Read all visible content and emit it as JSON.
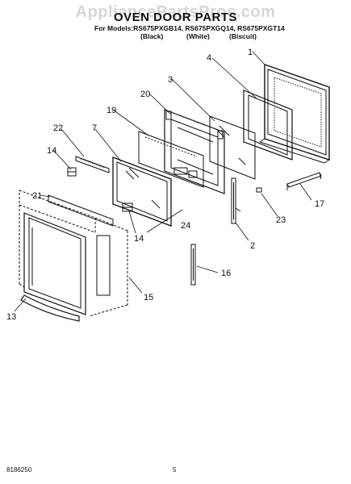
{
  "watermark": "AppliancePartsPros.com",
  "title": "OVEN DOOR PARTS",
  "models": "For Models:RS675PXGB14, RS675PXGQ14, RS675PXGT14",
  "variants": [
    "(Black)",
    "(White)",
    "(Biscuit)"
  ],
  "callouts": [
    "1",
    "2",
    "3",
    "4",
    "7",
    "13",
    "14",
    "14",
    "15",
    "16",
    "17",
    "19",
    "20",
    "21",
    "22",
    "23",
    "24"
  ],
  "footer": {
    "doc_number": "8186250",
    "page": "5"
  }
}
